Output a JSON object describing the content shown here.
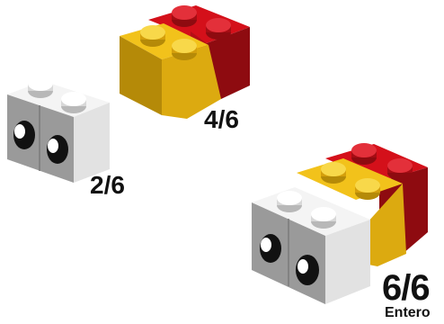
{
  "groups": [
    {
      "id": "red-yellow",
      "fraction": "4/6",
      "caption": ""
    },
    {
      "id": "white-eyes",
      "fraction": "2/6",
      "caption": ""
    },
    {
      "id": "whole",
      "fraction": "6/6",
      "caption": "Entero"
    }
  ],
  "colors": {
    "red_top": "#d4101a",
    "red_front": "#b50f16",
    "red_side": "#8e0b10",
    "yellow_top": "#f2c21b",
    "yellow_front": "#dcaa10",
    "yellow_side": "#b58a08",
    "white_top": "#f4f4f4",
    "white_front": "#e2e2e2",
    "white_side": "#9a9a9a",
    "eye_outer": "#111111",
    "eye_inner": "#ffffff"
  }
}
